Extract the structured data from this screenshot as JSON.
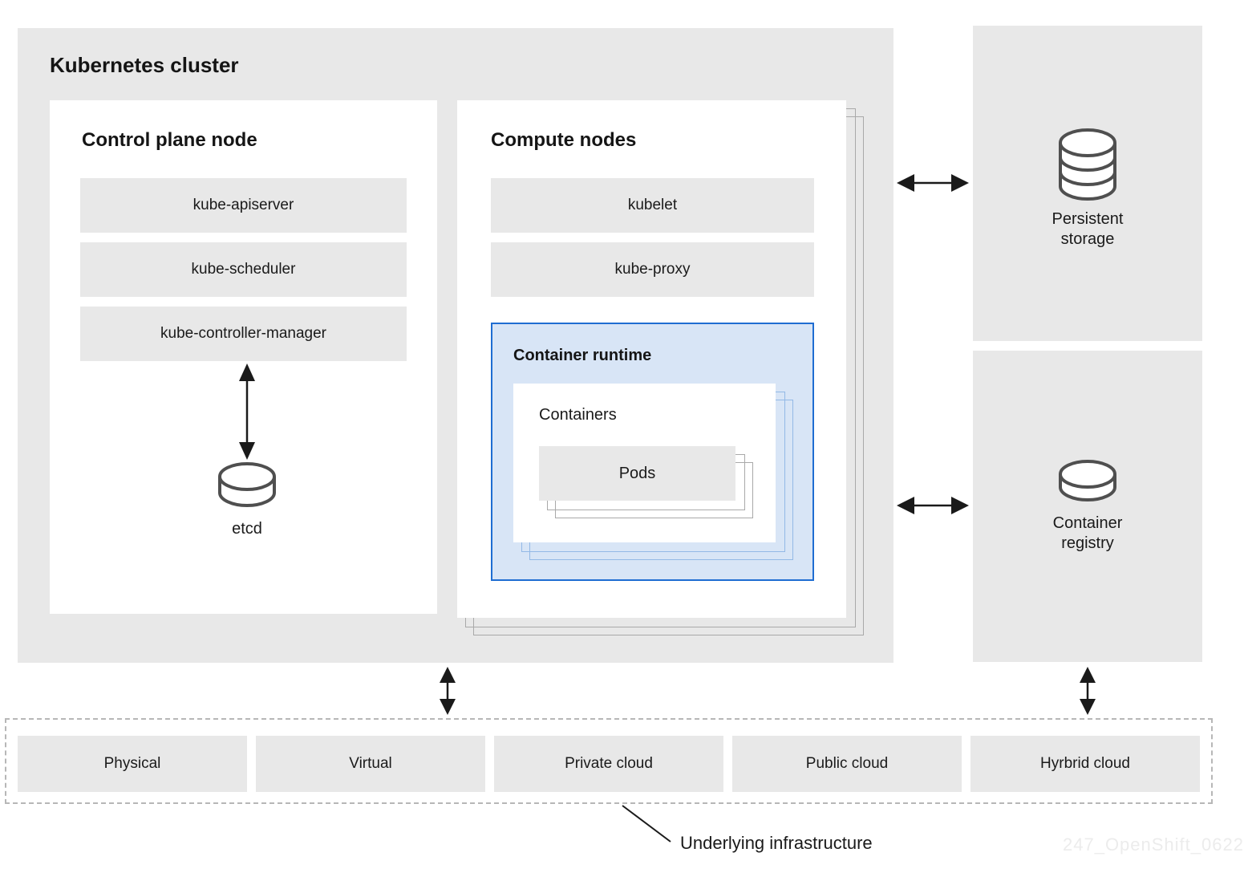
{
  "colors": {
    "box_gray": "#e8e8e8",
    "accent_blue": "#1f6dd2",
    "accent_blue_fill": "#d8e5f6",
    "stack_blue": "#93b9e6",
    "stack_gray": "#a9a9a9",
    "icon_stroke": "#4f4f4f",
    "dashed_border": "#b7b7b7",
    "watermark": "#ececec",
    "text_dark": "#151515"
  },
  "cluster": {
    "title": "Kubernetes cluster",
    "control_plane": {
      "title": "Control plane node",
      "components": [
        "kube-apiserver",
        "kube-scheduler",
        "kube-controller-manager"
      ],
      "datastore_label": "etcd"
    },
    "compute": {
      "title": "Compute nodes",
      "components": [
        "kubelet",
        "kube-proxy"
      ],
      "container_runtime": {
        "title": "Container runtime",
        "containers_label": "Containers",
        "pods_label": "Pods"
      }
    }
  },
  "external": {
    "persistent_storage": {
      "label": "Persistent storage"
    },
    "container_registry": {
      "label": "Container registry"
    }
  },
  "infrastructure": {
    "items": [
      "Physical",
      "Virtual",
      "Private cloud",
      "Public cloud",
      "Hyrbrid cloud"
    ],
    "caption": "Underlying infrastructure"
  },
  "watermark": "247_OpenShift_0622"
}
